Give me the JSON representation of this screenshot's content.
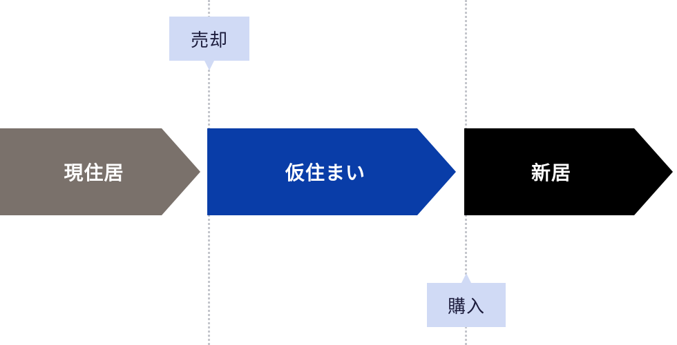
{
  "stages": [
    {
      "label": "現住居",
      "color": "#7a716b"
    },
    {
      "label": "仮住まい",
      "color": "#093da8"
    },
    {
      "label": "新居",
      "color": "#000000"
    }
  ],
  "events": {
    "sell": {
      "label": "売却"
    },
    "buy": {
      "label": "購入"
    }
  },
  "colors": {
    "callout_bg": "#d0daf5",
    "divider": "#c4c6cc"
  }
}
